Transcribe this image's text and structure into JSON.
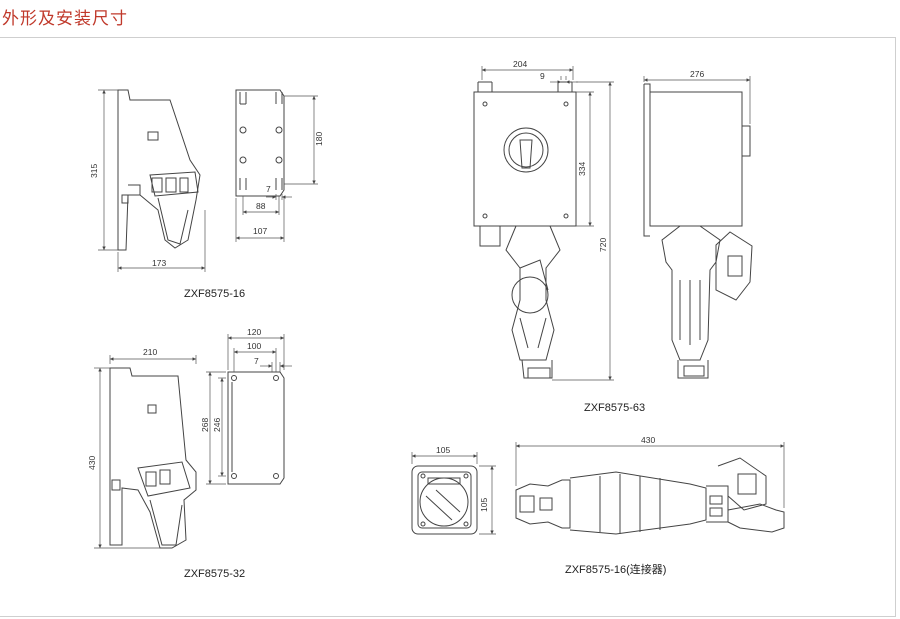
{
  "header": {
    "title": "外形及安装尺寸"
  },
  "figures": {
    "zxf16": {
      "caption": "ZXF8575-16",
      "dims": {
        "height": "315",
        "width": "173",
        "mount_height": "180",
        "mount_pitch": "88",
        "mount_width": "107",
        "hole": "7"
      }
    },
    "zxf32": {
      "caption": "ZXF8575-32",
      "dims": {
        "height": "430",
        "width": "210",
        "w120": "120",
        "w100": "100",
        "hole": "7",
        "h268": "268",
        "h246": "246"
      }
    },
    "zxf63": {
      "caption": "ZXF8575-63",
      "dims": {
        "w204": "204",
        "w9": "9",
        "h334": "334",
        "h720": "720",
        "w276": "276"
      }
    },
    "zxf16c": {
      "caption": "ZXF8575-16(连接器)",
      "dims": {
        "w105": "105",
        "h105": "105",
        "l430": "430"
      }
    }
  }
}
